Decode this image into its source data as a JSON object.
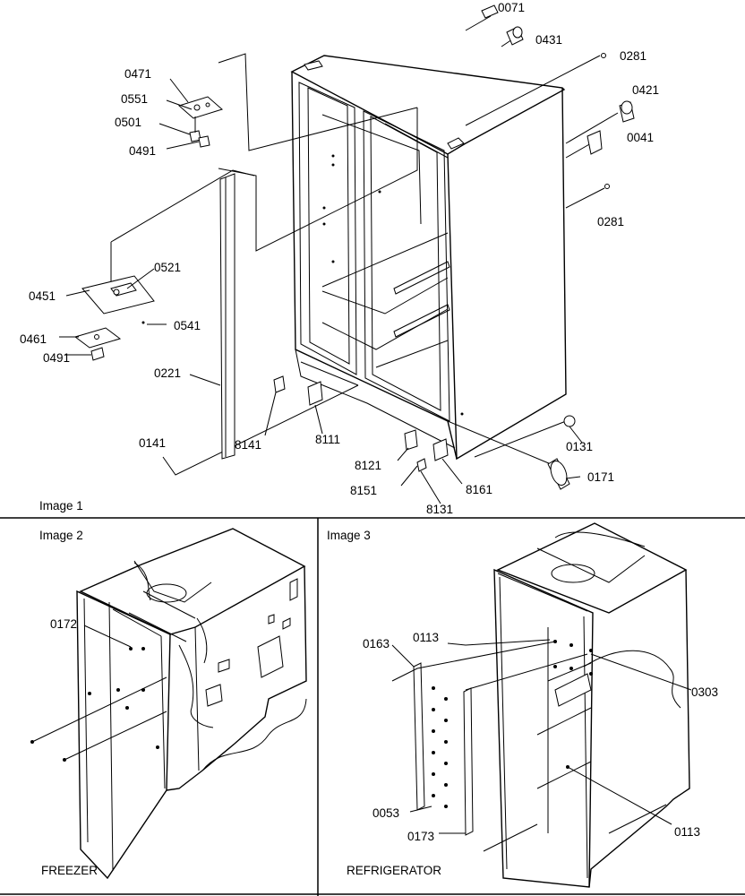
{
  "panels": [
    {
      "title": "Image 1",
      "callouts": [
        "0071",
        "0431",
        "0281",
        "0421",
        "0041",
        "0281",
        "0471",
        "0551",
        "0501",
        "0491",
        "0521",
        "0451",
        "0541",
        "0461",
        "0491",
        "0221",
        "0141",
        "8141",
        "8111",
        "8121",
        "8161",
        "8151",
        "8131",
        "0131",
        "0171"
      ]
    },
    {
      "title": "Image 2",
      "caption": "FREEZER",
      "callouts": [
        "0172"
      ]
    },
    {
      "title": "Image 3",
      "caption": "REFRIGERATOR",
      "callouts": [
        "0163",
        "0113",
        "0303",
        "0053",
        "0173",
        "0113"
      ]
    }
  ]
}
